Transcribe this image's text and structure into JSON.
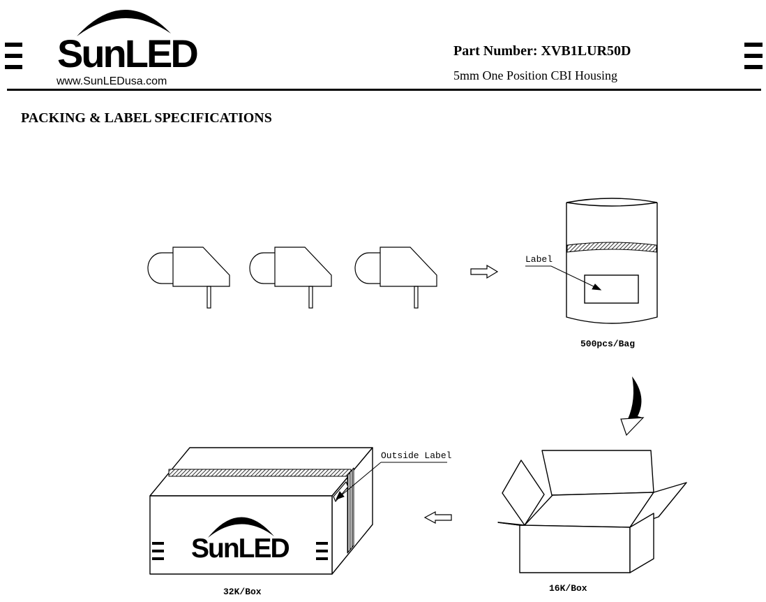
{
  "header": {
    "brand": {
      "wordmark": "SunLED",
      "website": "www.SunLEDusa.com"
    },
    "part_number": "Part Number: XVB1LUR50D",
    "description": "5mm One Position CBI Housing"
  },
  "section": {
    "title": "PACKING & LABEL SPECIFICATIONS"
  },
  "diagram": {
    "bag": {
      "callout": "Label",
      "caption": "500pcs/Bag"
    },
    "inner_box": {
      "caption": "16K/Box"
    },
    "outer_box": {
      "callout": "Outside Label",
      "caption": "32K/Box",
      "logo_wordmark": "SunLED"
    }
  },
  "colors": {
    "ink": "#000000",
    "paper": "#ffffff"
  }
}
